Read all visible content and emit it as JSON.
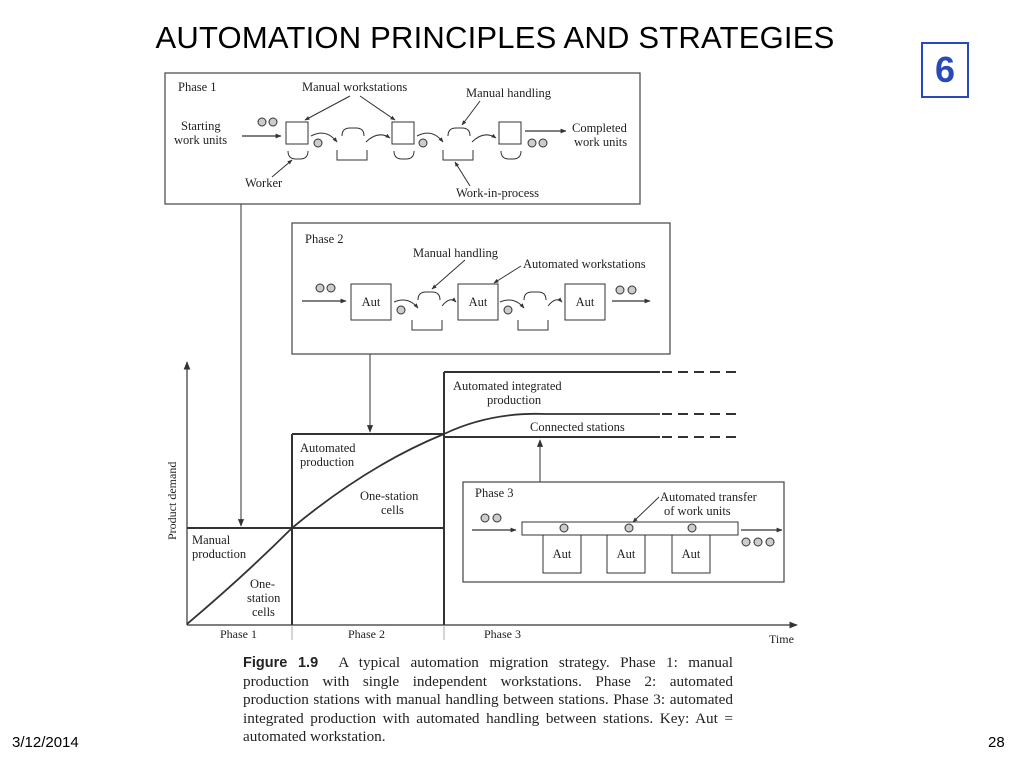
{
  "slide": {
    "title": "AUTOMATION PRINCIPLES AND STRATEGIES",
    "chapter_number": "6",
    "footer_date": "3/12/2014",
    "page_number": "28",
    "accent_color": "#2a49b8"
  },
  "figure": {
    "phase1": {
      "title": "Phase 1",
      "manual_workstations": "Manual workstations",
      "manual_handling": "Manual handling",
      "starting_work_units": [
        "Starting",
        "work units"
      ],
      "completed_work_units": [
        "Completed",
        "work units"
      ],
      "worker": "Worker",
      "work_in_process": "Work-in-process"
    },
    "phase2": {
      "title": "Phase 2",
      "manual_handling": "Manual handling",
      "automated_workstations": "Automated workstations",
      "station_labels": [
        "Aut",
        "Aut",
        "Aut"
      ]
    },
    "phase3": {
      "title": "Phase 3",
      "automated_transfer": [
        "Automated transfer",
        "of work units"
      ],
      "station_labels": [
        "Aut",
        "Aut",
        "Aut"
      ]
    },
    "graph": {
      "y_axis_label": "Product demand",
      "x_axis_label": "Time",
      "phase_labels": [
        "Phase 1",
        "Phase 2",
        "Phase 3"
      ],
      "manual_production": [
        "Manual",
        "production"
      ],
      "one_station_cells_left": [
        "One-",
        "station",
        "cells"
      ],
      "automated_production": [
        "Automated",
        "production"
      ],
      "one_station_cells_mid": [
        "One-station",
        "cells"
      ],
      "automated_integrated_production": [
        "Automated integrated",
        "production"
      ],
      "connected_stations": "Connected stations"
    },
    "caption": {
      "label": "Figure 1.9",
      "text": "A typical automation migration strategy. Phase 1: manual production with single independent workstations. Phase 2: automated production stations with manual handling between stations. Phase 3: automated integrated production with automated handling between stations. Key: Aut = automated workstation."
    }
  }
}
